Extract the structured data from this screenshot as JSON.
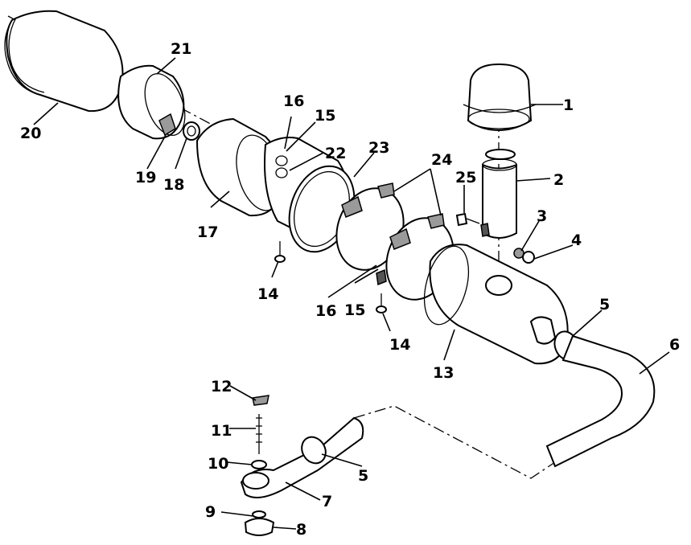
{
  "callouts": [
    {
      "id": "c1",
      "text": "1"
    },
    {
      "id": "c2",
      "text": "2"
    },
    {
      "id": "c3",
      "text": "3"
    },
    {
      "id": "c4",
      "text": "4"
    },
    {
      "id": "c5a",
      "text": "5"
    },
    {
      "id": "c5b",
      "text": "5"
    },
    {
      "id": "c6",
      "text": "6"
    },
    {
      "id": "c7",
      "text": "7"
    },
    {
      "id": "c8",
      "text": "8"
    },
    {
      "id": "c9",
      "text": "9"
    },
    {
      "id": "c10",
      "text": "10"
    },
    {
      "id": "c11",
      "text": "11"
    },
    {
      "id": "c12",
      "text": "12"
    },
    {
      "id": "c13",
      "text": "13"
    },
    {
      "id": "c14a",
      "text": "14"
    },
    {
      "id": "c14b",
      "text": "14"
    },
    {
      "id": "c15a",
      "text": "15"
    },
    {
      "id": "c15b",
      "text": "15"
    },
    {
      "id": "c16a",
      "text": "16"
    },
    {
      "id": "c16b",
      "text": "16"
    },
    {
      "id": "c17",
      "text": "17"
    },
    {
      "id": "c18",
      "text": "18"
    },
    {
      "id": "c19",
      "text": "19"
    },
    {
      "id": "c20",
      "text": "20"
    },
    {
      "id": "c21",
      "text": "21"
    },
    {
      "id": "c22",
      "text": "22"
    },
    {
      "id": "c23",
      "text": "23"
    },
    {
      "id": "c24",
      "text": "24"
    },
    {
      "id": "c25",
      "text": "25"
    }
  ]
}
